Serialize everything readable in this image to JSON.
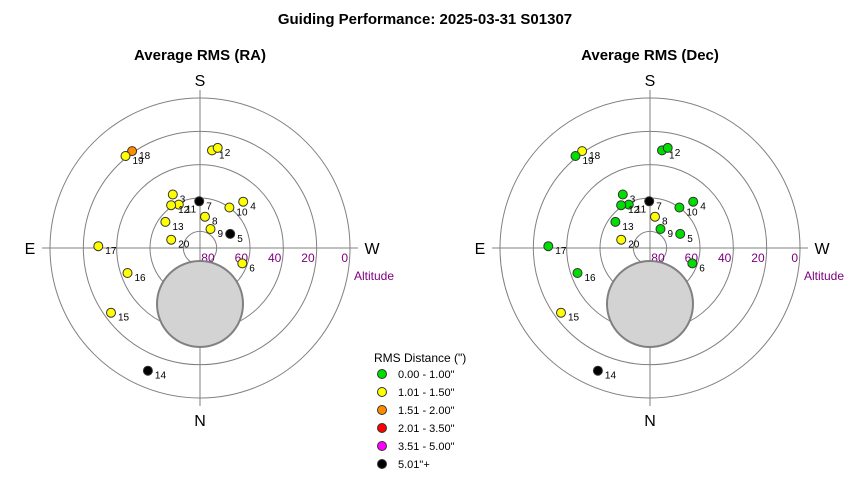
{
  "chart_data": {
    "type": "scatter",
    "projection": "polar",
    "title": "Guiding Performance: 2025-03-31 S01307",
    "compass": {
      "top": "S",
      "bottom": "N",
      "left": "E",
      "right": "W"
    },
    "altitude_label": "Altitude",
    "altitude_ticks": [
      "80",
      "60",
      "40",
      "20",
      "0"
    ],
    "legend": {
      "title": "RMS Distance (\")",
      "items": [
        {
          "label": "0.00 - 1.00\"",
          "color": "#00dd00"
        },
        {
          "label": "1.01 - 1.50\"",
          "color": "#ffff00"
        },
        {
          "label": "1.51 - 2.00\"",
          "color": "#ff8c00"
        },
        {
          "label": "2.01 - 3.50\"",
          "color": "#ff0000"
        },
        {
          "label": "3.51 - 5.00\"",
          "color": "#ff00ff"
        },
        {
          "label": "5.01\"+",
          "color": "#000000"
        }
      ]
    },
    "panels": [
      {
        "title": "Average RMS (RA)",
        "points": [
          {
            "label": "1",
            "alt": 31,
            "az": 187,
            "cls": 1
          },
          {
            "label": "2",
            "alt": 29,
            "az": 190,
            "cls": 1
          },
          {
            "label": "3",
            "alt": 54,
            "az": 153,
            "cls": 1
          },
          {
            "label": "4",
            "alt": 52,
            "az": 223,
            "cls": 1
          },
          {
            "label": "5",
            "alt": 70,
            "az": 245,
            "cls": 5
          },
          {
            "label": "6",
            "alt": 63,
            "az": 290,
            "cls": 1
          },
          {
            "label": "7",
            "alt": 62,
            "az": 179,
            "cls": 5
          },
          {
            "label": "8",
            "alt": 71,
            "az": 189,
            "cls": 1
          },
          {
            "label": "9",
            "alt": 77,
            "az": 209,
            "cls": 1
          },
          {
            "label": "10",
            "alt": 60,
            "az": 216,
            "cls": 1
          },
          {
            "label": "11",
            "alt": 61,
            "az": 154,
            "cls": 1
          },
          {
            "label": "12",
            "alt": 59,
            "az": 146,
            "cls": 1
          },
          {
            "label": "13",
            "alt": 64,
            "az": 127,
            "cls": 1
          },
          {
            "label": "14",
            "alt": 10,
            "az": 23,
            "cls": 5
          },
          {
            "label": "15",
            "alt": 24,
            "az": 54,
            "cls": 1
          },
          {
            "label": "16",
            "alt": 44,
            "az": 71,
            "cls": 1
          },
          {
            "label": "17",
            "alt": 29,
            "az": 91,
            "cls": 1
          },
          {
            "label": "18",
            "alt": 19,
            "az": 145,
            "cls": 2
          },
          {
            "label": "19",
            "alt": 19,
            "az": 141,
            "cls": 1
          },
          {
            "label": "20",
            "alt": 72,
            "az": 106,
            "cls": 1
          }
        ]
      },
      {
        "title": "Average RMS (Dec)",
        "points": [
          {
            "label": "1",
            "alt": 31,
            "az": 187,
            "cls": 0
          },
          {
            "label": "2",
            "alt": 29,
            "az": 190,
            "cls": 0
          },
          {
            "label": "3",
            "alt": 54,
            "az": 153,
            "cls": 0
          },
          {
            "label": "4",
            "alt": 52,
            "az": 223,
            "cls": 0
          },
          {
            "label": "5",
            "alt": 70,
            "az": 245,
            "cls": 0
          },
          {
            "label": "6",
            "alt": 63,
            "az": 290,
            "cls": 0
          },
          {
            "label": "7",
            "alt": 62,
            "az": 179,
            "cls": 5
          },
          {
            "label": "8",
            "alt": 71,
            "az": 189,
            "cls": 1
          },
          {
            "label": "9",
            "alt": 77,
            "az": 209,
            "cls": 0
          },
          {
            "label": "10",
            "alt": 60,
            "az": 216,
            "cls": 0
          },
          {
            "label": "11",
            "alt": 61,
            "az": 154,
            "cls": 0
          },
          {
            "label": "12",
            "alt": 59,
            "az": 146,
            "cls": 0
          },
          {
            "label": "13",
            "alt": 64,
            "az": 127,
            "cls": 0
          },
          {
            "label": "14",
            "alt": 10,
            "az": 23,
            "cls": 5
          },
          {
            "label": "15",
            "alt": 24,
            "az": 54,
            "cls": 1
          },
          {
            "label": "16",
            "alt": 44,
            "az": 71,
            "cls": 0
          },
          {
            "label": "17",
            "alt": 29,
            "az": 91,
            "cls": 0
          },
          {
            "label": "18",
            "alt": 19,
            "az": 145,
            "cls": 1
          },
          {
            "label": "19",
            "alt": 19,
            "az": 141,
            "cls": 0
          },
          {
            "label": "20",
            "alt": 72,
            "az": 106,
            "cls": 1
          }
        ]
      }
    ]
  }
}
